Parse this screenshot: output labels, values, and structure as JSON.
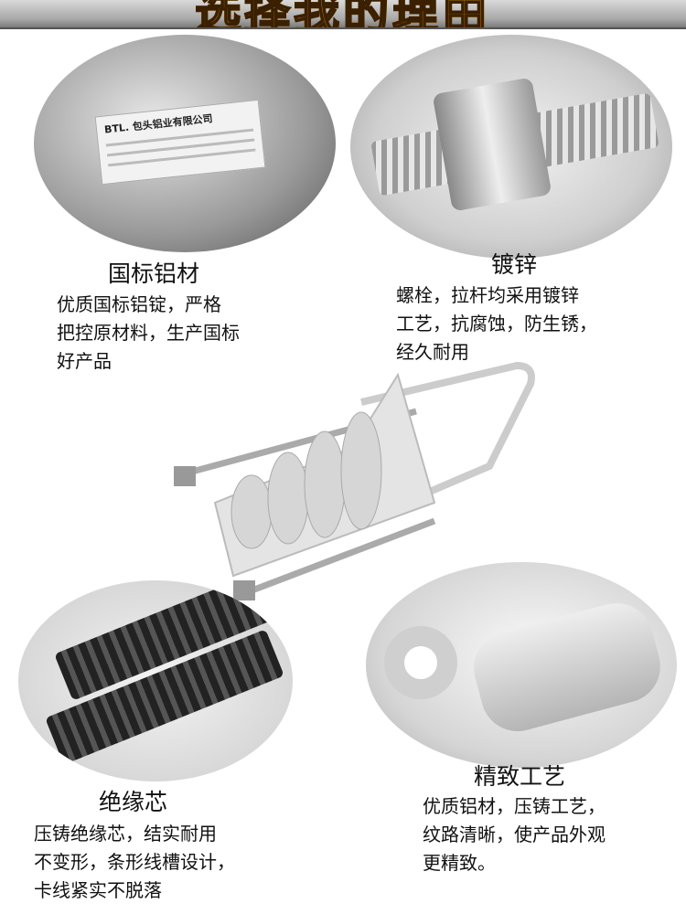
{
  "banner": {
    "title": "选择我的理由",
    "title_color": "#ff9a00"
  },
  "features": [
    {
      "title": "国标铝材",
      "lines": [
        "优质国标铝锭，严格",
        "把控原材料，生产国标",
        "好产品"
      ],
      "photo": "aluminum-label-photo",
      "plate_text": "BTL. 包头铝业有限公司"
    },
    {
      "title": "镀锌",
      "lines": [
        "螺栓，拉杆均采用镀锌",
        "工艺，抗腐蚀，防生锈，",
        "经久耐用"
      ],
      "photo": "galvanized-bolt-photo"
    },
    {
      "title": "绝缘芯",
      "lines": [
        "压铸绝缘芯，结实耐用",
        "不变形，条形线槽设计，",
        "卡线紧实不脱落"
      ],
      "photo": "insulation-core-photo"
    },
    {
      "title": "精致工艺",
      "lines": [
        "优质铝材，压铸工艺，",
        "纹路清晰，使产品外观",
        "更精致。"
      ],
      "photo": "die-cast-detail-photo"
    }
  ]
}
